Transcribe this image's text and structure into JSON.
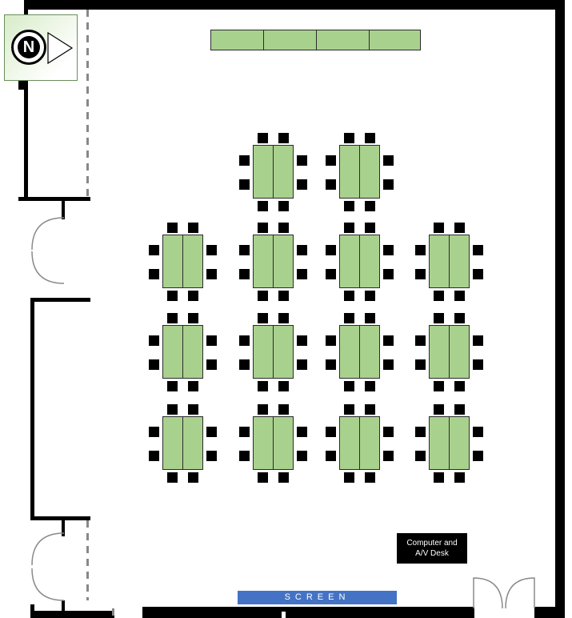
{
  "compass": {
    "label": "N",
    "icon": "north-arrow-icon"
  },
  "av_desk": {
    "label": "Computer and\nA/V Desk"
  },
  "screen": {
    "label": "SCREEN"
  },
  "colors": {
    "table": "#a9d18e",
    "screen": "#4472c4",
    "wall": "#000000",
    "chair": "#000000"
  },
  "layout": {
    "table_groups": 14,
    "rows": [
      2,
      4,
      4,
      4
    ],
    "chairs_per_table": 8,
    "top_bench_segments": 4
  }
}
